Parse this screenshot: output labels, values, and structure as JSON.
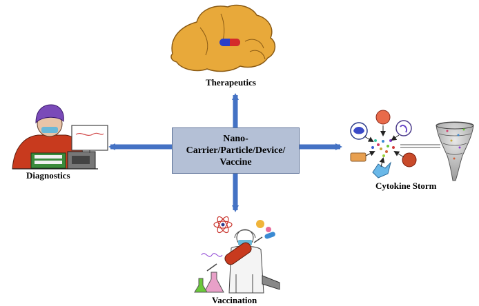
{
  "center": {
    "line1": "Nano-",
    "line2": "Carrier/Particle/Device/",
    "line3": "Vaccine"
  },
  "nodes": {
    "therapeutics": "Therapeutics",
    "diagnostics": "Diagnostics",
    "cytokine_storm": "Cytokine Storm",
    "vaccination": "Vaccination"
  },
  "colors": {
    "arrow": "#4472c4",
    "box_fill": "#b4c0d6",
    "box_border": "#5a6f96",
    "hand": "#e8a93a"
  },
  "icons": [
    "hand-with-capsule-icon",
    "lab-worker-microscope-icon",
    "immune-cells-icon",
    "tornado-icon",
    "scientist-syringe-icon"
  ]
}
